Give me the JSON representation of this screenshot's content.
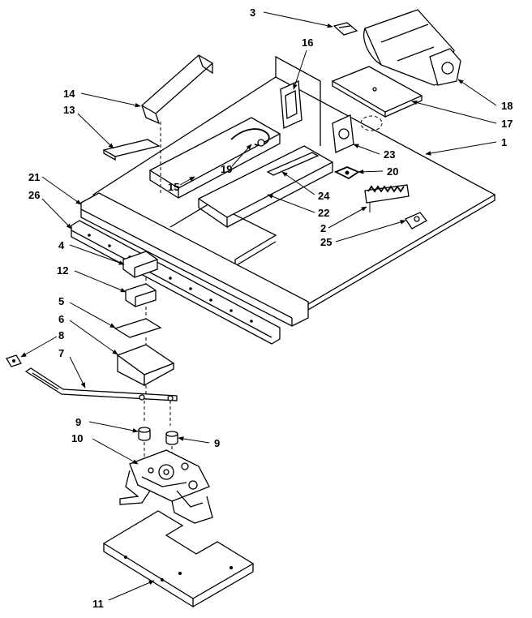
{
  "labels": {
    "l1": "1",
    "l2": "2",
    "l3": "3",
    "l4": "4",
    "l5": "5",
    "l6": "6",
    "l7": "7",
    "l8": "8",
    "l9a": "9",
    "l9b": "9",
    "l10": "10",
    "l11": "11",
    "l12": "12",
    "l13": "13",
    "l14": "14",
    "l15": "15",
    "l16": "16",
    "l17": "17",
    "l18": "18",
    "l19": "19",
    "l20": "20",
    "l21": "21",
    "l22": "22",
    "l23": "23",
    "l24": "24",
    "l25": "25",
    "l26": "26"
  }
}
